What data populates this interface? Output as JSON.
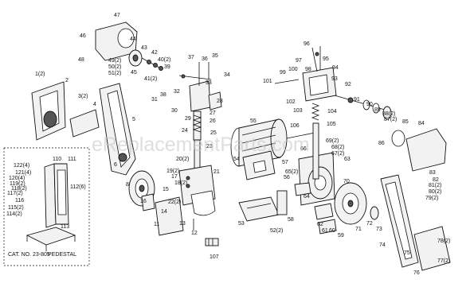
{
  "watermark": "eReplacementParts.com",
  "inset": {
    "catalog": "CAT. NO. 23-805",
    "pedestal": "PEDESTAL"
  },
  "callouts": {
    "c47": "47",
    "c46": "46",
    "c44": "44",
    "c48": "48",
    "c45": "45",
    "c43": "43",
    "c42": "42",
    "c49": "49(2)",
    "c50": "50(2)",
    "c51": "51(2)",
    "c40": "40(2)",
    "c39": "39",
    "c41": "41(2)",
    "c37": "37",
    "c36": "36",
    "c35": "35",
    "c34": "34",
    "c33": "33",
    "c38": "38",
    "c32": "32",
    "c31": "31",
    "c30": "30",
    "c28": "28",
    "c27": "27",
    "c29": "29",
    "c26": "26",
    "c24": "24",
    "c25": "25",
    "c23": "23",
    "c1": "1(2)",
    "c2": "2",
    "c3": "3(2)",
    "c4": "4",
    "c5": "5",
    "c6": "6",
    "c20": "20(2)",
    "c19": "19(2)",
    "c17": "17",
    "c18": "18(2)",
    "c21": "21",
    "c22": "22(2)",
    "c15": "15",
    "c16": "16",
    "c14": "14",
    "c13": "13",
    "c11": "11",
    "c12": "12",
    "c8": "8",
    "c107": "107",
    "c96": "96",
    "c97": "97",
    "c95": "95",
    "c94": "94",
    "c98": "98",
    "c99": "99",
    "c100": "100",
    "c101": "101",
    "c93": "93",
    "c92": "92",
    "c102": "102",
    "c91": "91",
    "c103": "103",
    "c104": "104",
    "c90": "90",
    "c89": "89",
    "c88": "88(2)",
    "c87": "87(2)",
    "c85": "85",
    "c84": "84",
    "c106": "106",
    "c105": "105",
    "c86": "86",
    "c55": "55",
    "c69": "69(2)",
    "c68": "68(2)",
    "c67": "67(2)",
    "c66": "66",
    "c63": "63",
    "c65": "65(2)",
    "c64": "64",
    "c70": "70",
    "c54": "54",
    "c57": "57",
    "c56": "56",
    "c53": "53",
    "c52": "52(2)",
    "c58": "58",
    "c62": "62",
    "c61": "61",
    "c60": "60",
    "c59": "59",
    "c71": "71",
    "c72": "72",
    "c73": "73",
    "c74": "74",
    "c75": "75",
    "c76": "76",
    "c83": "83",
    "c82": "82",
    "c81": "81(2)",
    "c80": "80(2)",
    "c79": "79(2)",
    "c78": "78(2)",
    "c77": "77(2)",
    "c122": "122(4)",
    "c121": "121(4)",
    "c120": "120(4)",
    "c119": "119(2)",
    "c118": "118(2)",
    "c117": "117(2)",
    "c110": "110",
    "c111": "111",
    "c112": "112(6)",
    "c116": "116",
    "c115": "115(2)",
    "c114": "114(2)",
    "c113": "113"
  }
}
